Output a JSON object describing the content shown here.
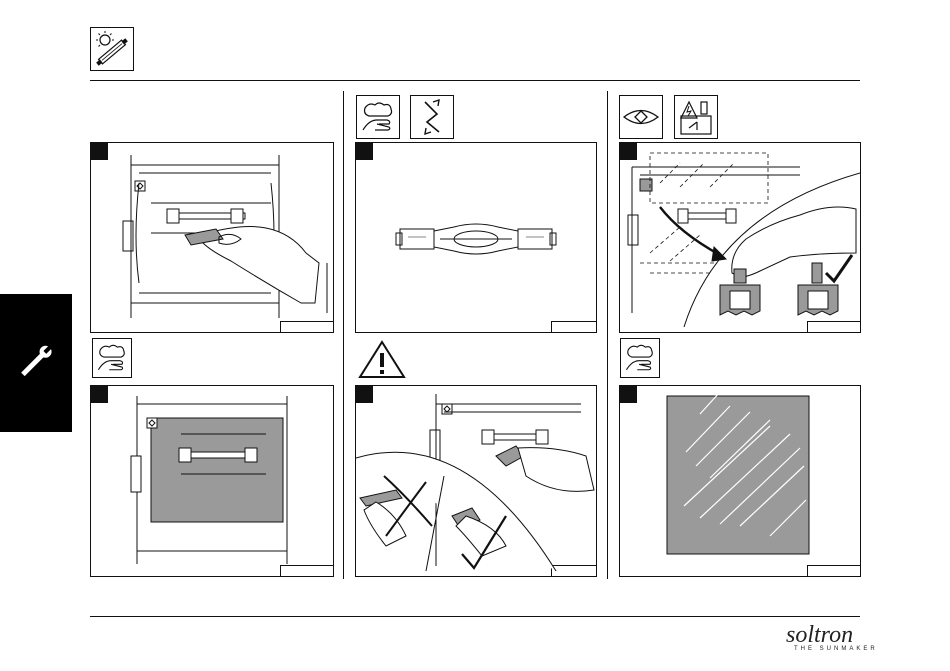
{
  "header": {
    "icon": "lamp-sun-icon"
  },
  "side_tab": {
    "icon": "wrench-icon"
  },
  "columns": [
    {
      "header_icons": [],
      "panels": [
        {
          "step_label": "",
          "icon": "",
          "scene": "hand-grip-lamp"
        },
        {
          "step_label": "",
          "icon": "cloth-hand-icon",
          "scene": "shaded-glass-lamp"
        }
      ]
    },
    {
      "header_icons": [
        "cloth-hand-icon",
        "rotate-arrow-icon"
      ],
      "panels": [
        {
          "step_label": "",
          "icon": "",
          "scene": "halogen-lamp-tube"
        },
        {
          "step_label": "",
          "icon": "warning-triangle-icon",
          "scene": "grip-right-wrong"
        }
      ]
    },
    {
      "header_icons": [
        "eye-icon",
        "electrical-switch-icon"
      ],
      "panels": [
        {
          "step_label": "",
          "icon": "",
          "scene": "press-button-check"
        },
        {
          "step_label": "",
          "icon": "cloth-hand-icon",
          "scene": "clean-glass"
        }
      ]
    }
  ],
  "footer": {
    "brand_main": "soltron",
    "brand_sub": "THE SUNMAKER"
  },
  "colors": {
    "ink": "#111111",
    "shade": "#9a9a9a",
    "tab": "#000000"
  }
}
